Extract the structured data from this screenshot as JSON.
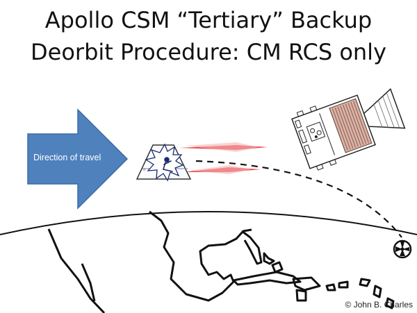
{
  "title": {
    "line1": "Apollo CSM “Tertiary” Backup",
    "line2": "Deorbit Procedure: CM RCS only"
  },
  "arrow": {
    "label": "Direction of travel"
  },
  "credit": "© John B. Charles",
  "colors": {
    "arrow_fill": "#4f81bd",
    "arrow_border": "#3a6aa5",
    "thruster_plume": "#e8262b",
    "earth_outline": "#111111"
  }
}
